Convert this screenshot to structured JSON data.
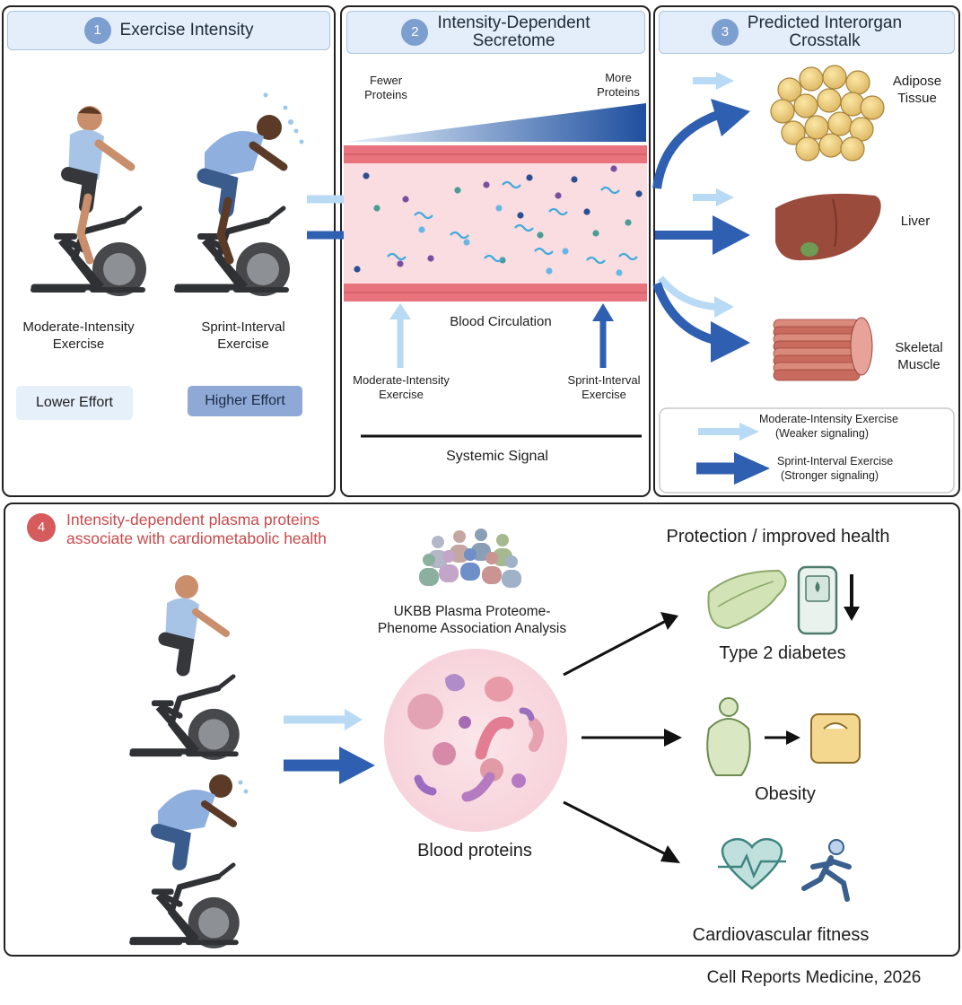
{
  "panel1": {
    "number": "1",
    "title": "Exercise Intensity",
    "left_caption": [
      "Moderate-Intensity",
      "Exercise"
    ],
    "right_caption": [
      "Sprint-Interval",
      "Exercise"
    ],
    "lower_effort": "Lower Effort",
    "higher_effort": "Higher Effort"
  },
  "panel2": {
    "number": "2",
    "title": [
      "Intensity-Dependent",
      "Secretome"
    ],
    "fewer": [
      "Fewer",
      "Proteins"
    ],
    "more": [
      "More",
      "Proteins"
    ],
    "blood_circulation": "Blood Circulation",
    "moderate": [
      "Moderate-Intensity",
      "Exercise"
    ],
    "sprint": [
      "Sprint-Interval",
      "Exercise"
    ],
    "systemic": "Systemic Signal"
  },
  "panel3": {
    "number": "3",
    "title": [
      "Predicted Interorgan",
      "Crosstalk"
    ],
    "adipose": [
      "Adipose",
      "Tissue"
    ],
    "liver": "Liver",
    "muscle": [
      "Skeletal",
      "Muscle"
    ],
    "legend_moderate": [
      "Moderate-Intensity Exercise",
      "(Weaker signaling)"
    ],
    "legend_sprint": [
      "Sprint-Interval Exercise",
      "(Stronger signaling)"
    ]
  },
  "panel4": {
    "number": "4",
    "title": [
      "Intensity-dependent plasma proteins",
      "associate with cardiometabolic health"
    ],
    "ukbb": [
      "UKBB Plasma Proteome-",
      "Phenome Association Analysis"
    ],
    "blood_proteins": "Blood proteins",
    "protection": "Protection / improved health",
    "t2d": "Type 2 diabetes",
    "obesity": "Obesity",
    "cardio": "Cardiovascular fitness"
  },
  "footer": "Cell Reports Medicine, 2026",
  "colors": {
    "light_arrow": "#b8daf4",
    "dark_arrow": "#2f5fb0",
    "header_bg": "#e3eefa",
    "accent_red": "#c9494b"
  }
}
